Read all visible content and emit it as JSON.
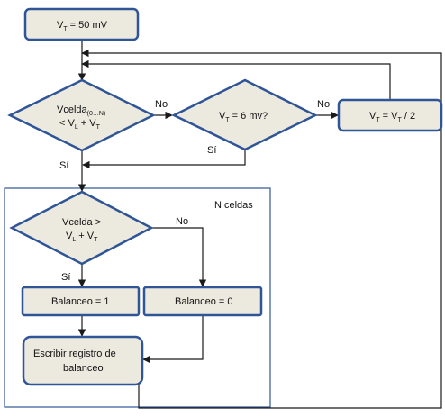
{
  "nodes": {
    "init": {
      "main": "V",
      "sub": "T",
      "rest": " = 50 mV"
    },
    "decision1": {
      "line1_main": "Vcelda",
      "line1_sub": "(0…N)",
      "line2_a": "< V",
      "line2_sub_a": "L",
      "line2_b": " + V",
      "line2_sub_b": "T"
    },
    "decision2": {
      "main": "V",
      "sub": "T",
      "rest": " = 6 mv?"
    },
    "halve": {
      "a": "V",
      "sub_a": "T",
      "b": " = V",
      "sub_b": "T",
      "c": " / 2"
    },
    "decision3": {
      "line1": "Vcelda >",
      "line2_a": "V",
      "line2_sub_a": "L",
      "line2_b": " + V",
      "line2_sub_b": "T"
    },
    "bal1": "Balanceo = 1",
    "bal0": "Balanceo = 0",
    "write": {
      "line1": "Escribir registro de",
      "line2": "balanceo"
    }
  },
  "labels": {
    "no1": "No",
    "no2": "No",
    "si1": "Sí",
    "si2": "Sí",
    "no3": "No",
    "si3": "Sí",
    "group": "N celdas"
  },
  "colors": {
    "node_fill": "#ece9df",
    "node_stroke": "#2f5597",
    "line": "#1a1a1a"
  }
}
